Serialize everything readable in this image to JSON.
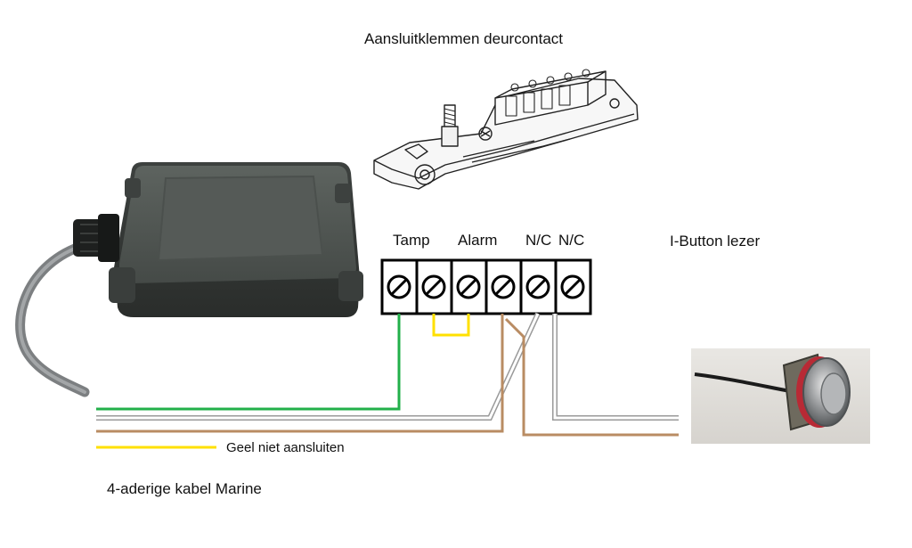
{
  "labels": {
    "title": "Aansluitklemmen deurcontact",
    "ibutton": "I-Button lezer",
    "geel": "Geel niet aansluiten",
    "cable": "4-aderige kabel Marine"
  },
  "terminals": [
    "Tamp",
    "Alarm",
    "N/C",
    "N/C"
  ],
  "colors": {
    "green": "#22b04a",
    "yellow": "#ffe000",
    "brown": "#b98c63",
    "white_wire_edge": "#9a9a9a",
    "box": "#4a4f4b",
    "cable": "#8a8d8f"
  },
  "images": {
    "box": "junction-box-photo",
    "contact": "door-contact-drawing",
    "ibutton": "ibutton-reader-photo"
  }
}
